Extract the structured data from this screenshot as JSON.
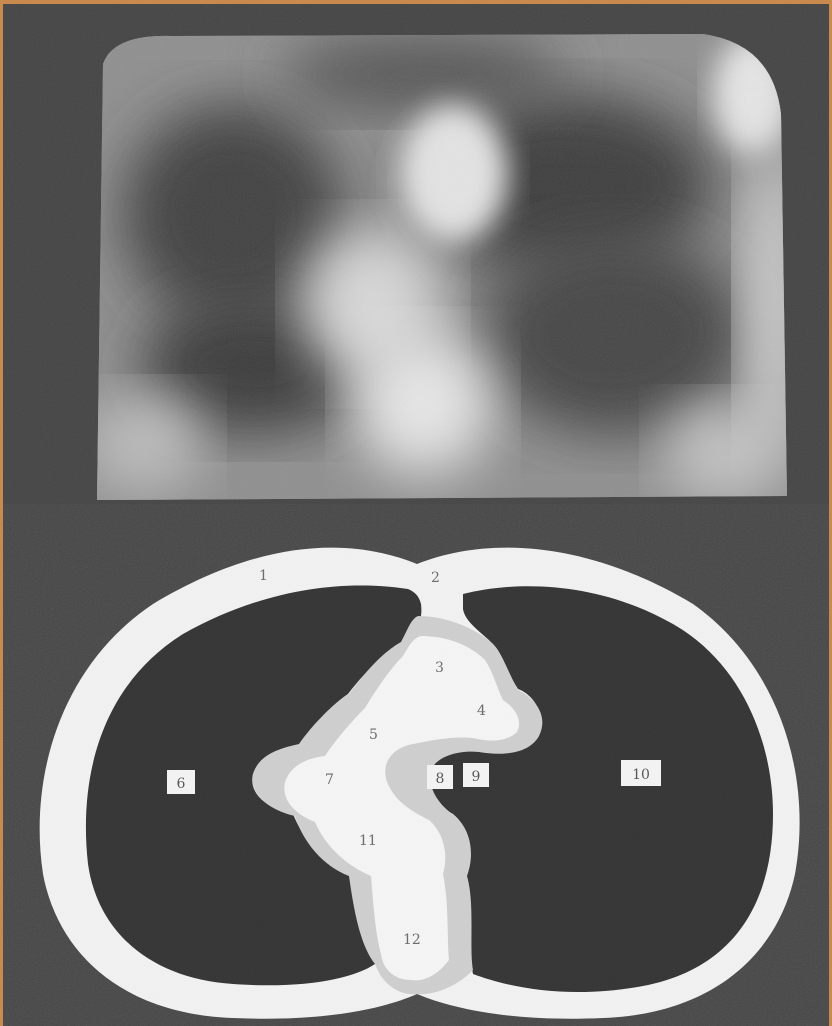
{
  "diagram": {
    "labels": {
      "l1": "1",
      "l2": "2",
      "l3": "3",
      "l4": "4",
      "l5": "5",
      "l6": "6",
      "l7": "7",
      "l8": "8",
      "l9": "9",
      "l10": "10",
      "l11": "11",
      "l12": "12"
    },
    "colors": {
      "frame": "#c98a4e",
      "background": "#444444",
      "thorax_wall": "#f2f2f2",
      "lung_fields": "#343434",
      "mediastinum_outer": "#cfcfcf",
      "mediastinum_inner": "#f5f5f5"
    }
  }
}
